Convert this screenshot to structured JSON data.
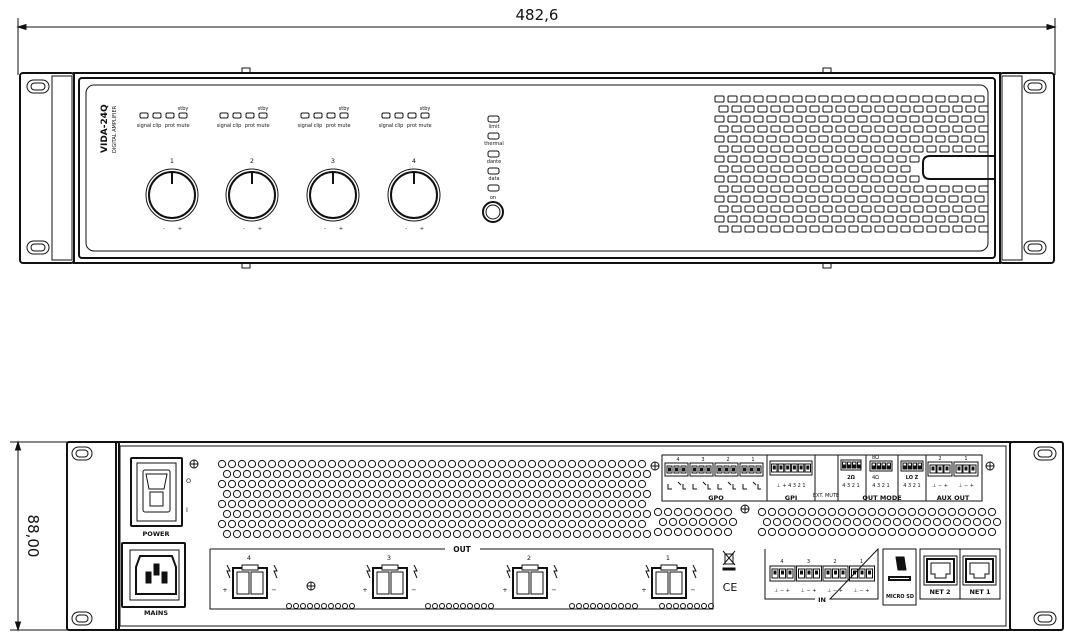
{
  "dimensions": {
    "width_label": "482,6",
    "height_label": "88,00"
  },
  "front": {
    "model": "VIDA-24Q",
    "subtitle": "DIGITAL AMPLIFIER",
    "channels": [
      {
        "number": "1",
        "leds": [
          "signal",
          "clip",
          "prot",
          "mute"
        ],
        "stby": "stby",
        "minus": "-",
        "plus": "+"
      },
      {
        "number": "2",
        "leds": [
          "signal",
          "clip",
          "prot",
          "mute"
        ],
        "stby": "stby",
        "minus": "-",
        "plus": "+"
      },
      {
        "number": "3",
        "leds": [
          "signal",
          "clip",
          "prot",
          "mute"
        ],
        "stby": "stby",
        "minus": "-",
        "plus": "+"
      },
      {
        "number": "4",
        "leds": [
          "signal",
          "clip",
          "prot",
          "mute"
        ],
        "stby": "stby",
        "minus": "-",
        "plus": "+"
      }
    ],
    "status_leds": [
      "limit",
      "thermal",
      "dante",
      "data"
    ],
    "power_button_label": "on"
  },
  "rear": {
    "power_label": "POWER",
    "power_on_mark": "O",
    "power_off_mark": "I",
    "mains_label": "MAINS",
    "out_label": "OUT",
    "out_channels": [
      "4",
      "3",
      "2",
      "1"
    ],
    "plus": "+",
    "minus": "−",
    "ce_mark": "CE",
    "gpo_label": "GPO",
    "gpo_numbers": [
      "4",
      "3",
      "2",
      "1"
    ],
    "gpi_label": "GPI",
    "gpi_pins": "⊥ + 4 3 2 1",
    "ext_mute_label": "EXT. MUTE",
    "out_mode_label": "OUT MODE",
    "mode_2d": "2Ω",
    "mode_2d_pins": "4 3 2 1",
    "mode_8o": "8Ω",
    "mode_4o": "4Ω",
    "mode_4o_pins": "4 3 2 1",
    "lo_z_label": "LO Z",
    "lo_z_pins": "4 3 2 1",
    "aux_out_label": "AUX OUT",
    "aux_numbers": [
      "2",
      "1"
    ],
    "aux_pins": "⊥ − +",
    "in_label": "IN",
    "in_numbers": [
      "4",
      "3",
      "2",
      "1"
    ],
    "in_pins": "⊥ − +",
    "micro_sd_label": "MICRO SD",
    "net2_label": "NET 2",
    "net1_label": "NET 1"
  }
}
